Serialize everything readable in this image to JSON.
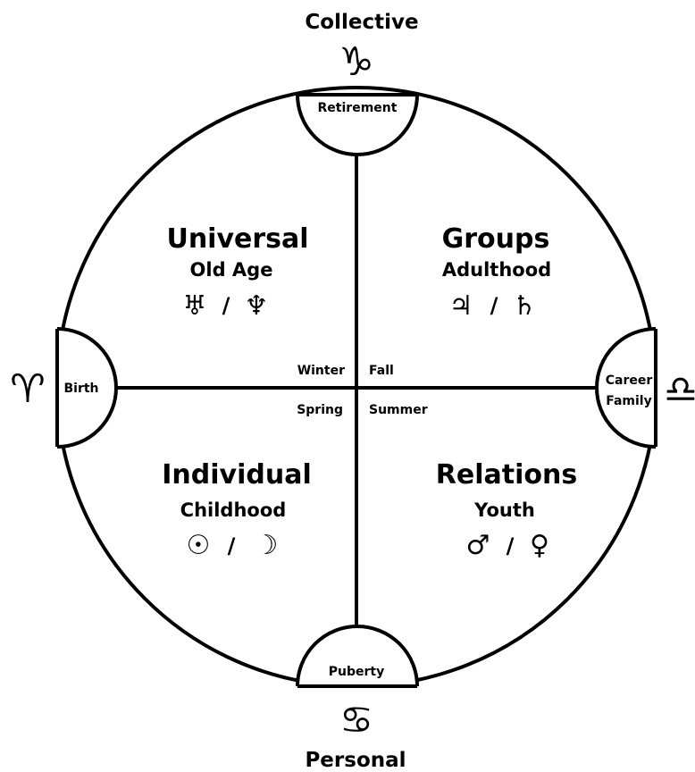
{
  "axis_labels": {
    "top": "Collective",
    "bottom": "Personal"
  },
  "axis_signs": {
    "top": "♑",
    "bottom": "♋",
    "left": "♈",
    "right": "♎"
  },
  "cusps": {
    "top": "Retirement",
    "bottom": "Puberty",
    "left": "Birth",
    "right_line1": "Career",
    "right_line2": "Family"
  },
  "seasons": {
    "winter": "Winter",
    "fall": "Fall",
    "spring": "Spring",
    "summer": "Summer"
  },
  "quadrants": {
    "top_left": {
      "title": "Universal",
      "subtitle": "Old Age",
      "glyph_a": "♅",
      "sep": "/",
      "glyph_b": "♆"
    },
    "top_right": {
      "title": "Groups",
      "subtitle": "Adulthood",
      "glyph_a": "♃",
      "sep": "/",
      "glyph_b": "♄"
    },
    "bottom_left": {
      "title": "Individual",
      "subtitle": "Childhood",
      "glyph_a": "☉",
      "sep": "/",
      "glyph_b": "☽"
    },
    "bottom_right": {
      "title": "Relations",
      "subtitle": "Youth",
      "glyph_a": "♂",
      "sep": "/",
      "glyph_b": "♀"
    }
  },
  "colors": {
    "stroke": "#000000",
    "background": "#ffffff"
  }
}
